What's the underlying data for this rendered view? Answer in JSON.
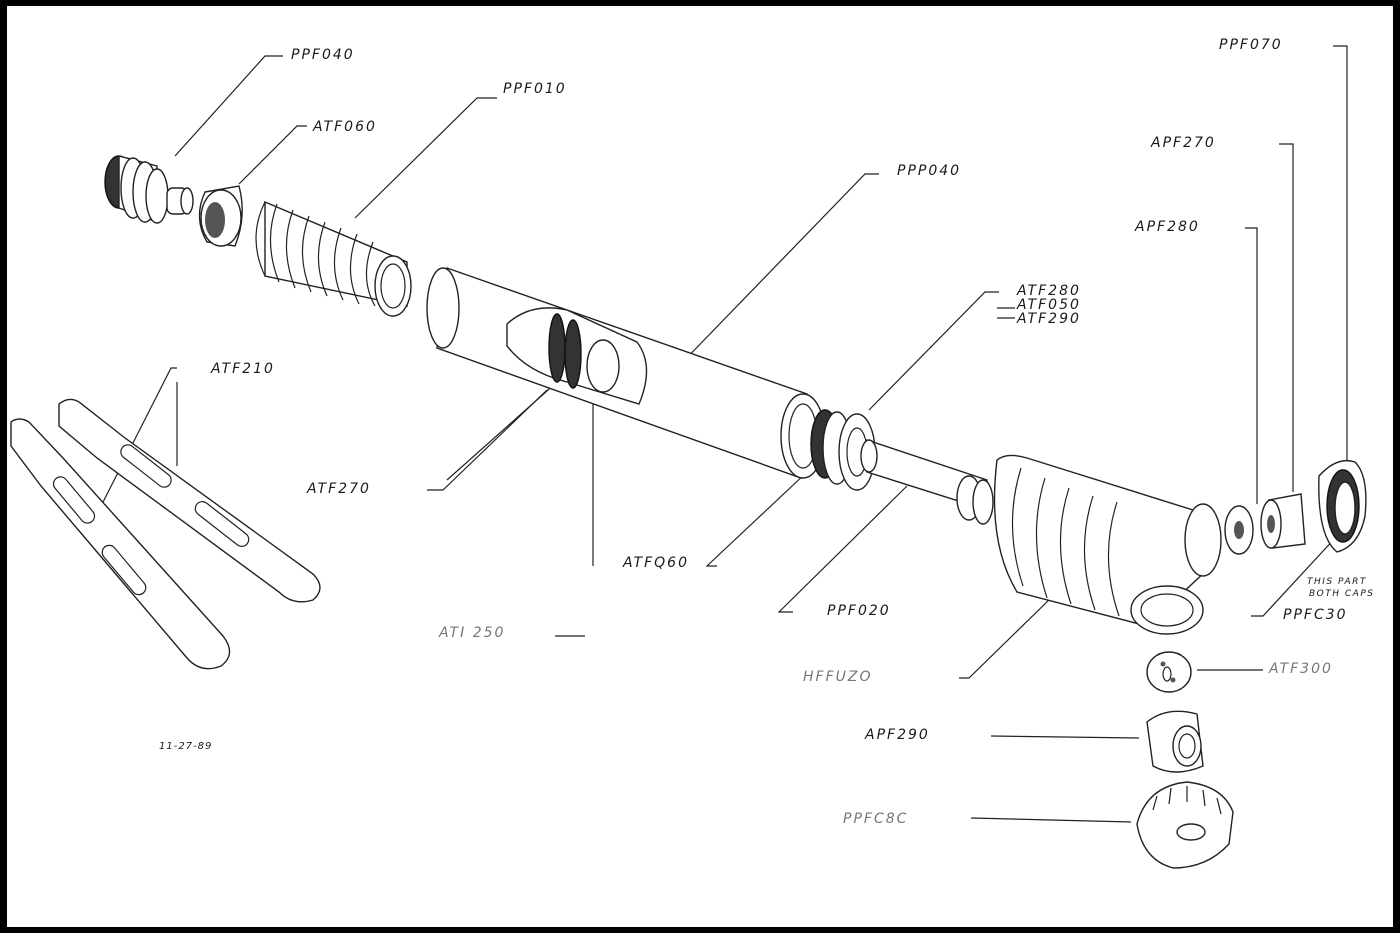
{
  "drawing": {
    "date": "11-27-89",
    "note_lines": [
      "THIS PART",
      "BOTH CAPS"
    ],
    "labels": {
      "ppf040": "PPF040",
      "ppf010": "PPF010",
      "atf060": "ATF060",
      "ppp040": "PPP040",
      "ppf070": "PPF070",
      "apf270": "APF270",
      "apf280": "APF280",
      "atf280": "ATF280",
      "atf050": "ATF050",
      "atf290": "ATF290",
      "atf210": "ATF210",
      "atf270": "ATF270",
      "atfq60": "ATFQ60",
      "ppf020": "PPF020",
      "ati250": "ATI 250",
      "ppfc30": "PPFC30",
      "atf300": "ATF300",
      "hffuzo": "HFFUZO",
      "apf290": "APF290",
      "ppfc80": "PPFC8C"
    }
  }
}
